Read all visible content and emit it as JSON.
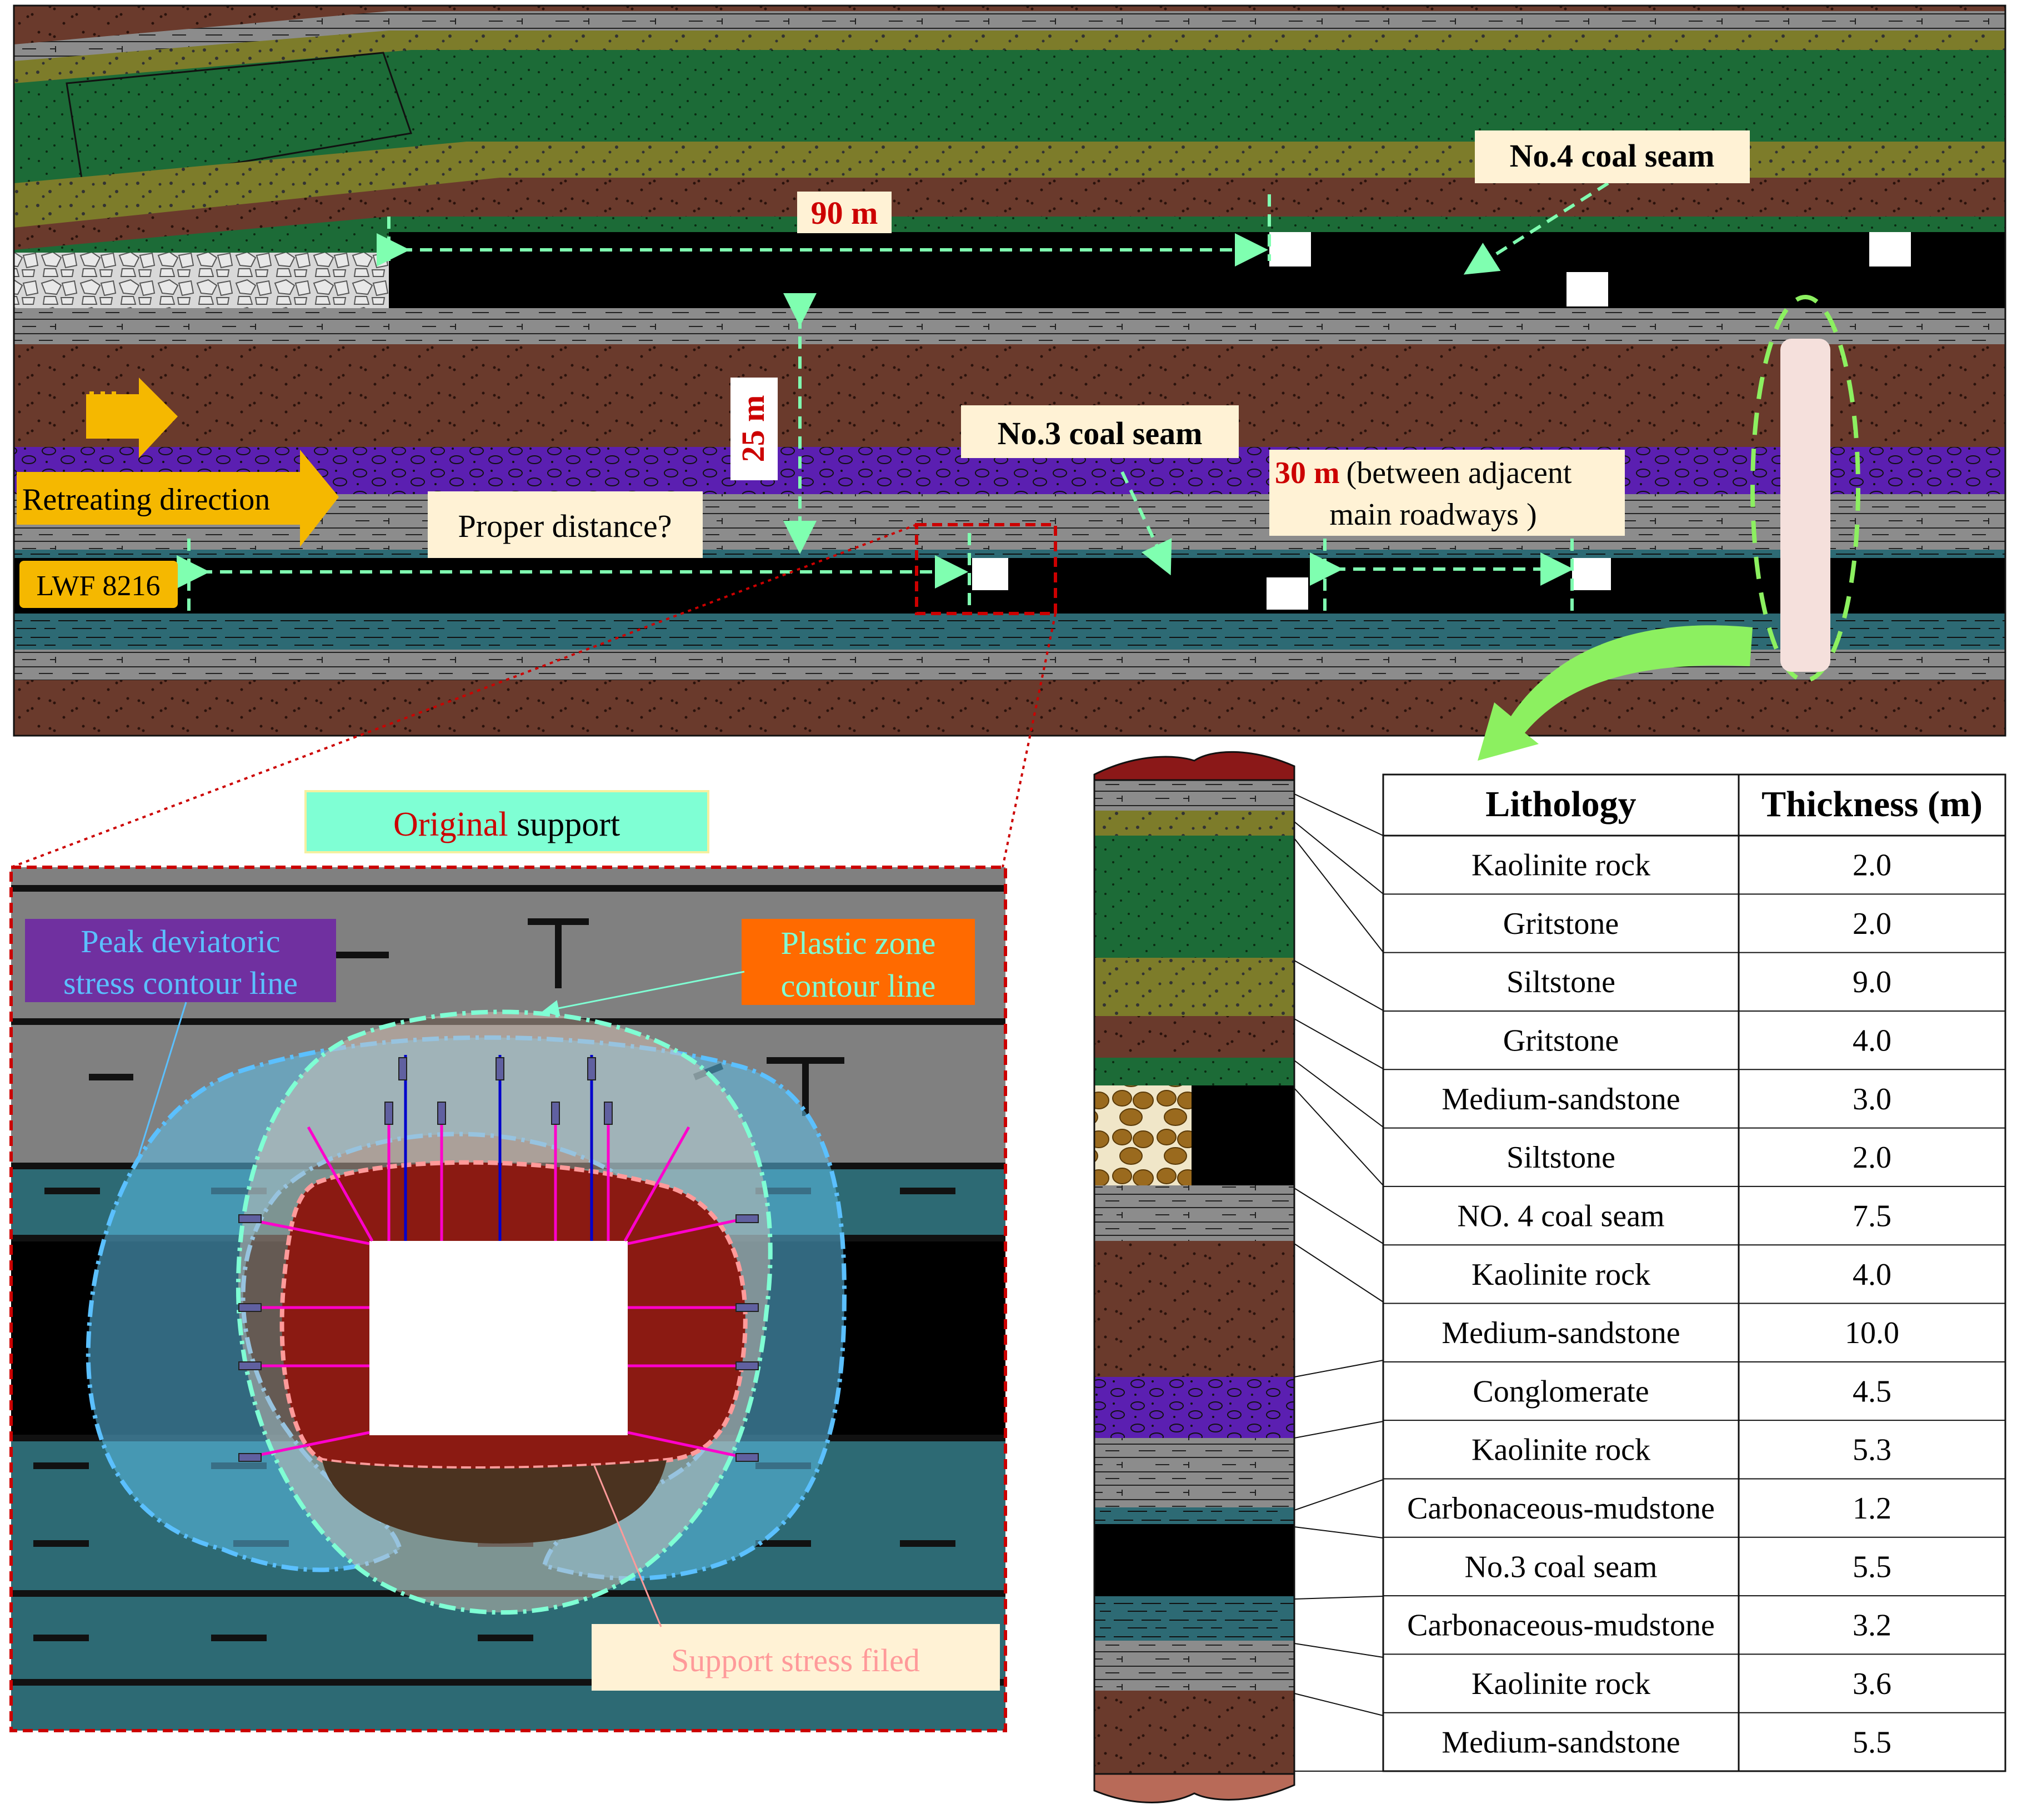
{
  "section": {
    "no4_label": "No.4 coal seam",
    "no3_label": "No.3 coal seam",
    "dist_90": "90 m",
    "dist_25": "25 m",
    "dist_30_num": "30 m",
    "dist_30_text1": "(between adjacent",
    "dist_30_text2": "main roadways )",
    "proper_distance": "Proper distance?",
    "retreating": "Retreating direction",
    "lwf": "LWF 8216"
  },
  "detail": {
    "title_red": "Original",
    "title_rest": " support",
    "peak_line1": "Peak deviatoric",
    "peak_line2": "stress contour line",
    "plastic_line1": "Plastic zone",
    "plastic_line2": "contour line",
    "support_field": "Support stress filed"
  },
  "table": {
    "headers": [
      "Lithology",
      "Thickness (m)"
    ],
    "rows": [
      {
        "lithology": "Kaolinite rock",
        "thickness": "2.0"
      },
      {
        "lithology": "Gritstone",
        "thickness": "2.0"
      },
      {
        "lithology": "Siltstone",
        "thickness": "9.0"
      },
      {
        "lithology": "Gritstone",
        "thickness": "4.0"
      },
      {
        "lithology": "Medium-sandstone",
        "thickness": "3.0"
      },
      {
        "lithology": "Siltstone",
        "thickness": "2.0"
      },
      {
        "lithology": "NO. 4 coal seam",
        "thickness": "7.5"
      },
      {
        "lithology": "Kaolinite rock",
        "thickness": "4.0"
      },
      {
        "lithology": "Medium-sandstone",
        "thickness": "10.0"
      },
      {
        "lithology": "Conglomerate",
        "thickness": "4.5"
      },
      {
        "lithology": "Kaolinite rock",
        "thickness": "5.3"
      },
      {
        "lithology": "Carbonaceous-mudstone",
        "thickness": "1.2"
      },
      {
        "lithology": "No.3 coal seam",
        "thickness": "5.5"
      },
      {
        "lithology": "Carbonaceous-mudstone",
        "thickness": "3.2"
      },
      {
        "lithology": "Kaolinite rock",
        "thickness": "3.6"
      },
      {
        "lithology": "Medium-sandstone",
        "thickness": "5.5"
      }
    ]
  },
  "colors": {
    "kaolinite": "#8c8c8c",
    "gritstone": "#7d7c2a",
    "siltstone": "#1c6b37",
    "medium_sandstone": "#6a3a2c",
    "conglomerate": "#5b1fb1",
    "carbonaceous_mudstone": "#2d6a74",
    "coal": "#000000",
    "accent_red": "#cc0000",
    "arrow_green": "#8cf060",
    "dash_green": "#7fffb0"
  }
}
